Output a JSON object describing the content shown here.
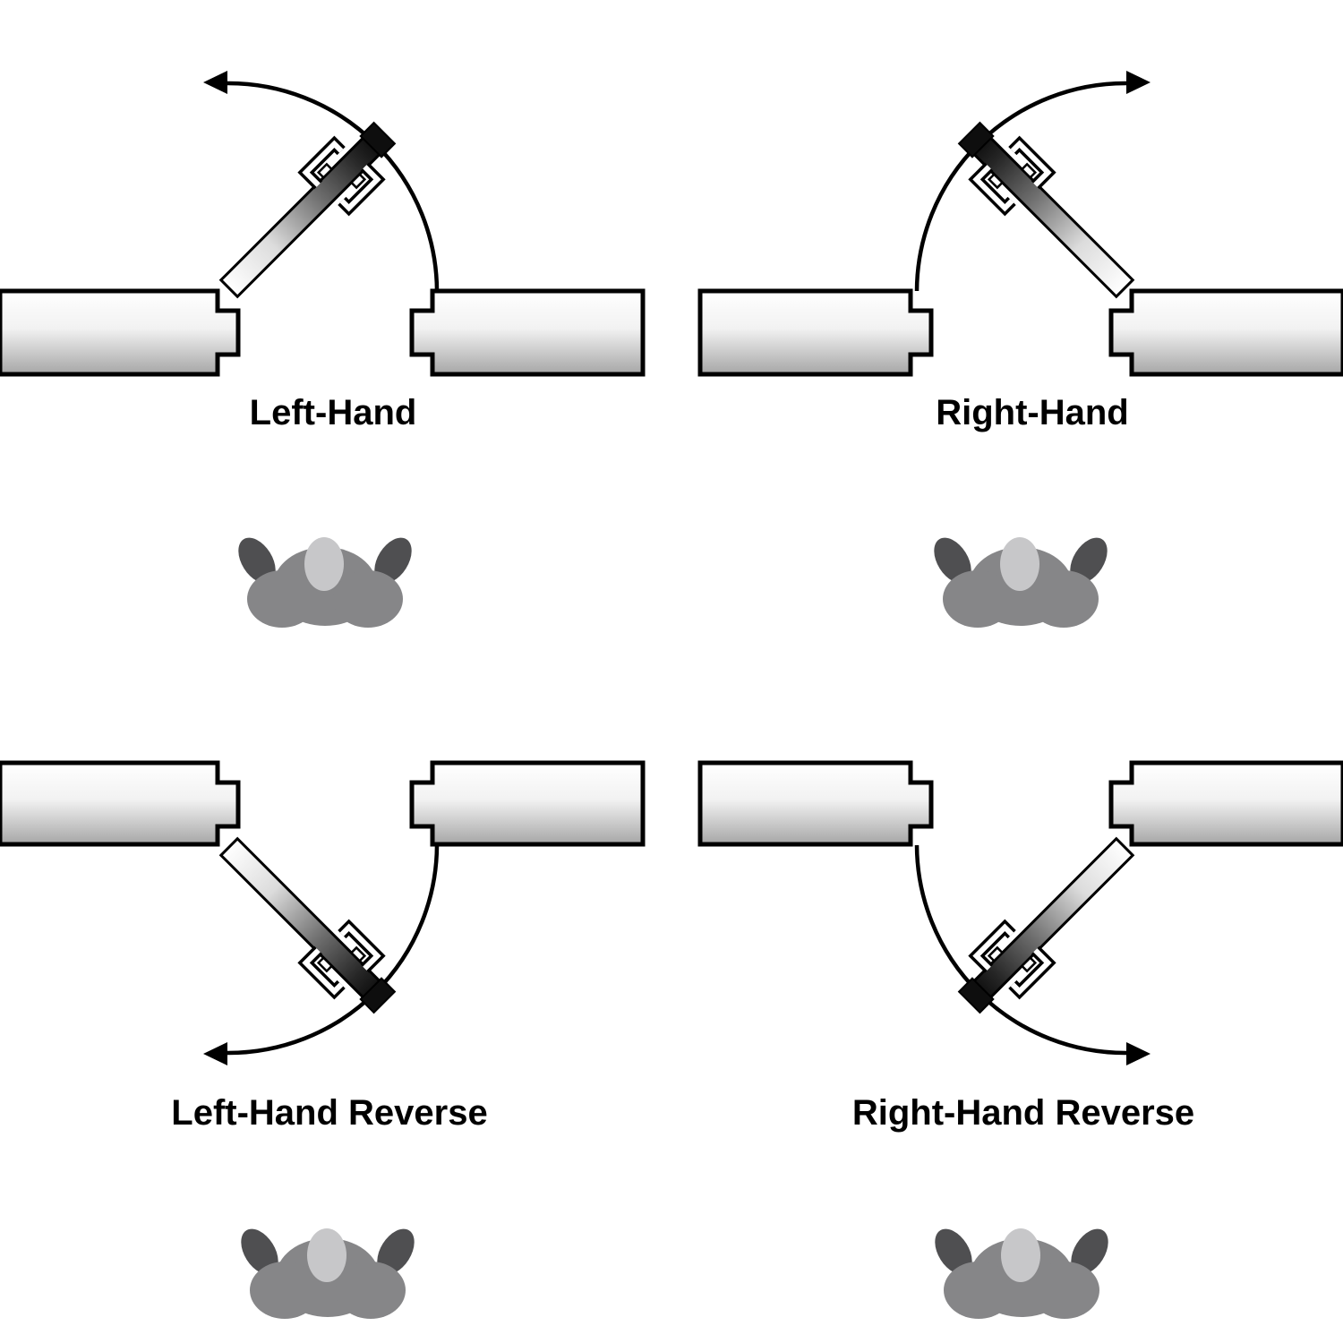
{
  "diagram_type": "door-handing-diagram",
  "quadrants": [
    {
      "label": "Left-Hand",
      "swing_arrow_direction": "left",
      "icons": [
        "wall-segment",
        "door-leaf-icon",
        "swing-arc",
        "person-top-view-icon"
      ]
    },
    {
      "label": "Right-Hand",
      "swing_arrow_direction": "right",
      "icons": [
        "wall-segment",
        "door-leaf-icon",
        "swing-arc",
        "person-top-view-icon"
      ]
    },
    {
      "label": "Left-Hand Reverse",
      "swing_arrow_direction": "left",
      "icons": [
        "wall-segment",
        "door-leaf-icon",
        "swing-arc",
        "person-top-view-icon"
      ]
    },
    {
      "label": "Right-Hand Reverse",
      "swing_arrow_direction": "right",
      "icons": [
        "wall-segment",
        "door-leaf-icon",
        "swing-arc",
        "person-top-view-icon"
      ]
    }
  ],
  "colors": {
    "background": "#ffffff",
    "outline": "#000000",
    "wall_gradient_top": "#ffffff",
    "wall_gradient_bottom": "#a6a6a6",
    "door_gradient_hinge_end": "#ffffff",
    "door_gradient_latch_end": "#0d0d0d",
    "door_end_cap": "#0e0e0e",
    "handle_fill": "#ffffff",
    "person_arms": "#4f4f51",
    "person_body": "#868688",
    "person_head": "#c7c7c9",
    "label_text": "#000000"
  }
}
